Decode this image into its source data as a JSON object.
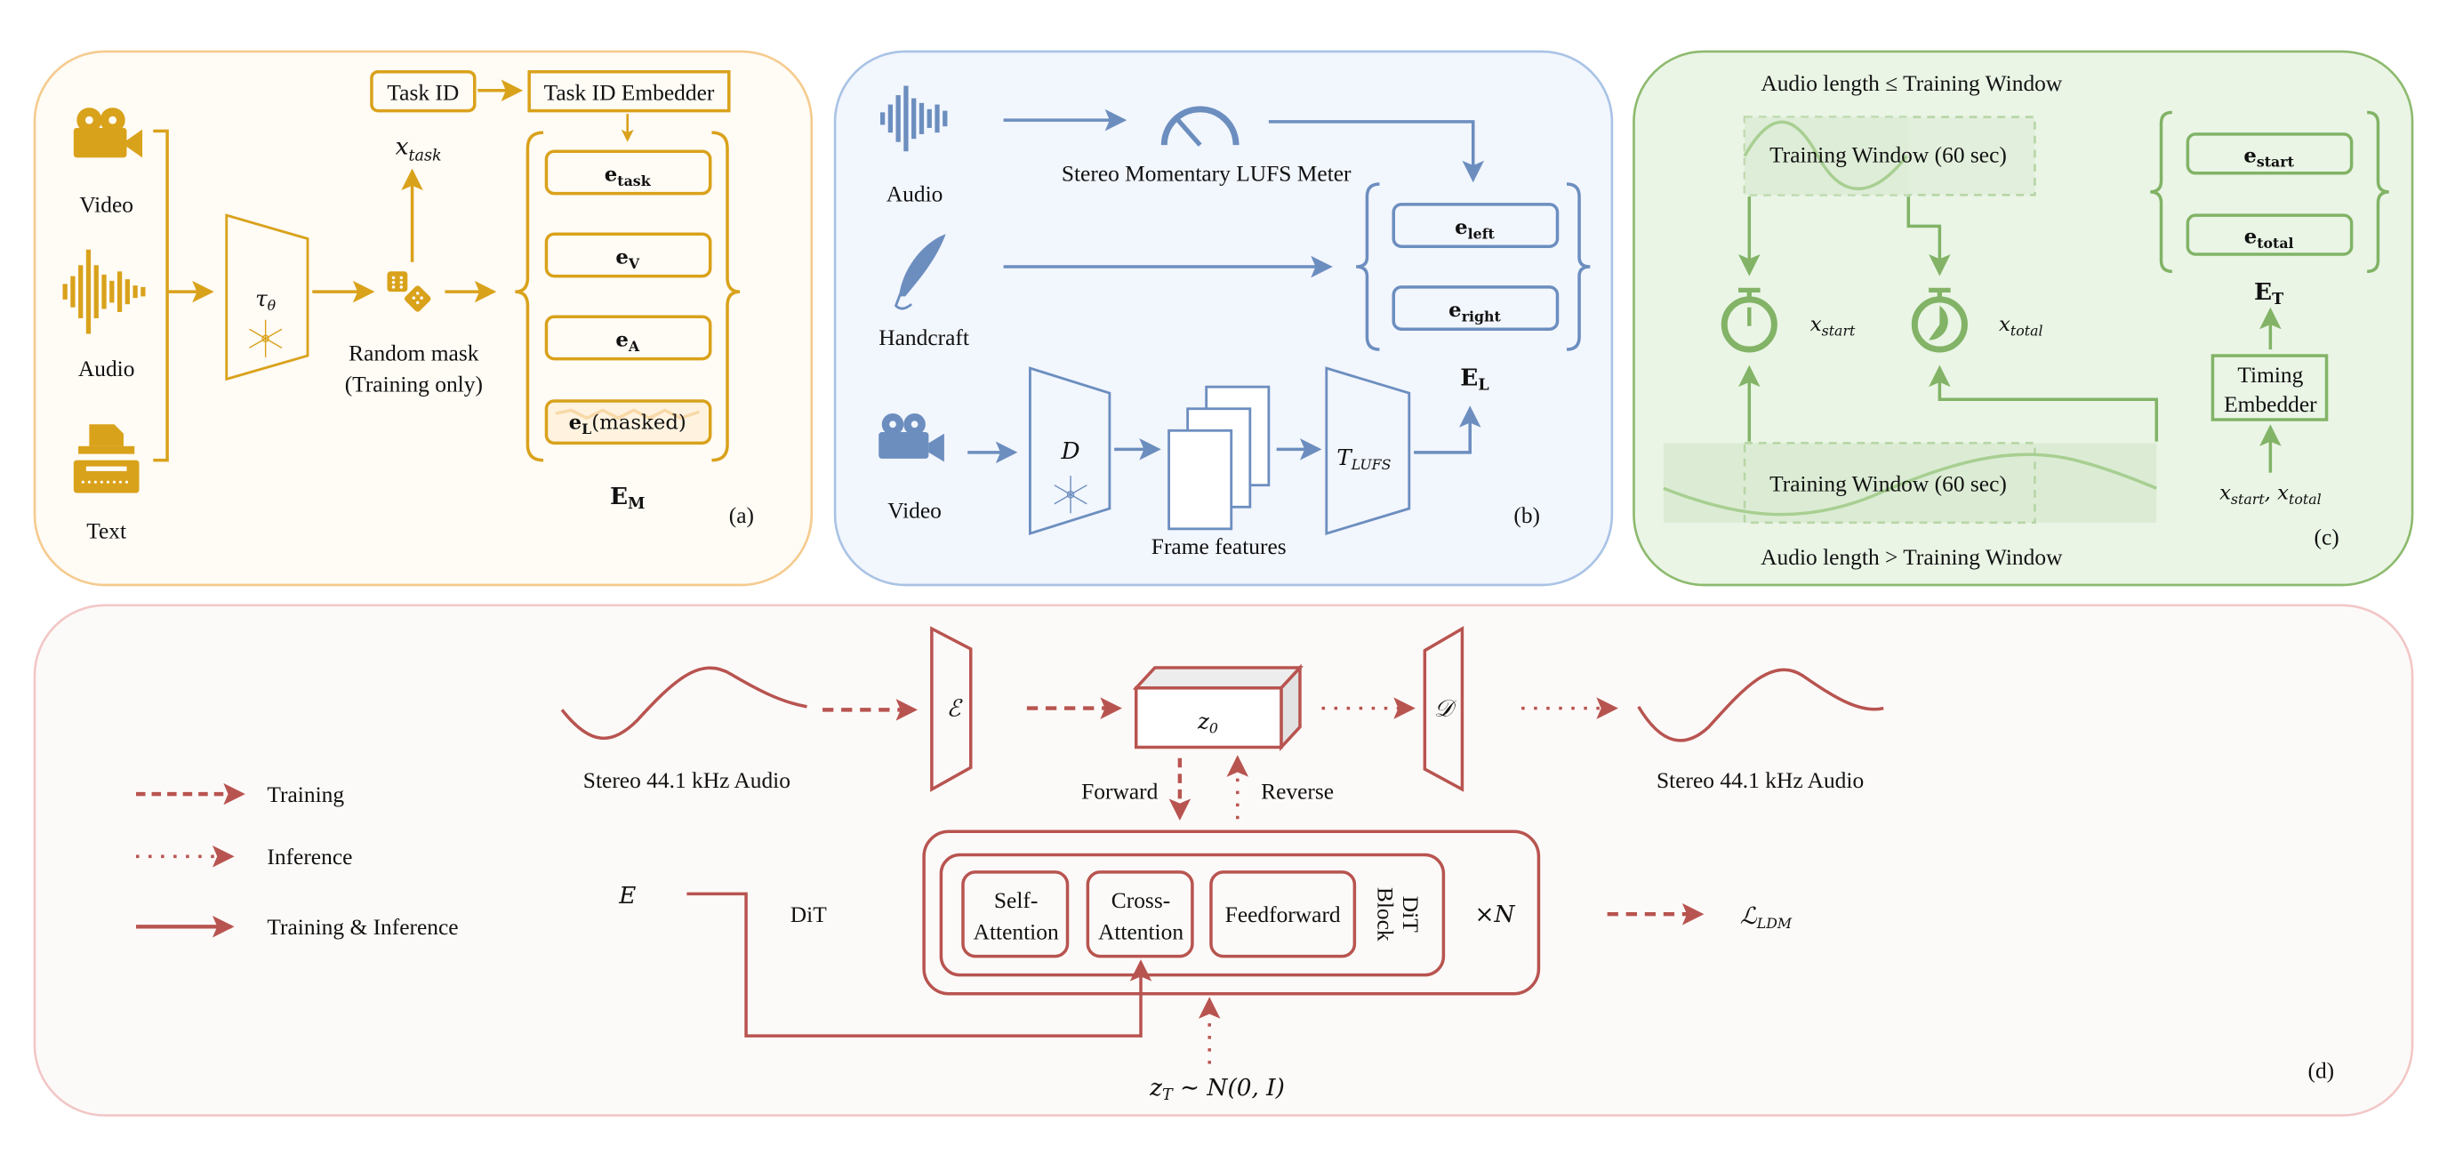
{
  "colors": {
    "gold": "#D9A21B",
    "blue": "#6C8EBF",
    "green": "#82B366",
    "red": "#B85450",
    "panel_a_border": "#F5CB8E",
    "panel_a_bg": "#FFFBF5",
    "panel_b_border": "#A9C3E5",
    "panel_b_bg": "#F2F6FD",
    "panel_c_border": "#8DBA6E",
    "panel_c_bg": "#EAF5E6",
    "panel_d_border": "#F2C7C7",
    "panel_d_bg": "#FCFAF8"
  },
  "panel_a": {
    "tag": "(a)",
    "inputs": [
      {
        "icon": "video-camera-icon",
        "label": "Video"
      },
      {
        "icon": "audio-waveform-icon",
        "label": "Audio"
      },
      {
        "icon": "typewriter-icon",
        "label": "Text"
      }
    ],
    "encoder": {
      "symbol": "τ",
      "subscript": "θ",
      "icon": "snowflake-icon"
    },
    "random_mask": {
      "icon": "dice-icon",
      "line1": "Random mask",
      "line2": "(Training only)"
    },
    "task_id": "Task ID",
    "task_id_embedder": "Task ID Embedder",
    "x_task": {
      "base": "x",
      "sub": "task"
    },
    "embeddings": [
      {
        "base": "e",
        "sub": "task",
        "suffix": ""
      },
      {
        "base": "e",
        "sub": "V",
        "suffix": ""
      },
      {
        "base": "e",
        "sub": "A",
        "suffix": ""
      },
      {
        "base": "e",
        "sub": "L",
        "suffix": "(masked)"
      }
    ],
    "group_label": {
      "base": "E",
      "sub": "M"
    }
  },
  "panel_b": {
    "tag": "(b)",
    "audio_label": "Audio",
    "meter_label": "Stereo Momentary LUFS Meter",
    "handcraft_label": "Handcraft",
    "video_label": "Video",
    "frame_encoder": "D",
    "frame_features_label": "Frame features",
    "transformer": {
      "base": "T",
      "sub": "LUFS"
    },
    "embeddings": [
      {
        "base": "e",
        "sub": "left"
      },
      {
        "base": "e",
        "sub": "right"
      }
    ],
    "group_label": {
      "base": "E",
      "sub": "L"
    }
  },
  "panel_c": {
    "tag": "(c)",
    "top_title": "Audio length ≤ Training Window",
    "bottom_title": "Audio length > Training Window",
    "window_label_top": "Training Window (60 sec)",
    "window_label_bottom": "Training Window (60 sec)",
    "x_start": {
      "base": "x",
      "sub": "start"
    },
    "x_total": {
      "base": "x",
      "sub": "total"
    },
    "embeddings": [
      {
        "base": "e",
        "sub": "start"
      },
      {
        "base": "e",
        "sub": "total"
      }
    ],
    "group_label": {
      "base": "E",
      "sub": "T"
    },
    "embedder_line1": "Timing",
    "embedder_line2": "Embedder",
    "inputs_label": {
      "a": "x",
      "a_sub": "start",
      "b": "x",
      "b_sub": "total"
    }
  },
  "panel_d": {
    "tag": "(d)",
    "legend": [
      {
        "style": "dashed",
        "label": "Training"
      },
      {
        "style": "dotted",
        "label": "Inference"
      },
      {
        "style": "solid",
        "label": "Training & Inference"
      }
    ],
    "input_audio_label": "Stereo 44.1 kHz Audio",
    "output_audio_label": "Stereo 44.1 kHz Audio",
    "encoder": "ℰ",
    "decoder": "𝒟",
    "latent": {
      "base": "z",
      "sub": "0"
    },
    "forward_label": "Forward",
    "reverse_label": "Reverse",
    "condition": "E",
    "dit_label": "DiT",
    "block_items": [
      {
        "line1": "Self-",
        "line2": "Attention"
      },
      {
        "line1": "Cross-",
        "line2": "Attention"
      },
      {
        "line1": "Feedforward",
        "line2": ""
      }
    ],
    "block_label_line1": "DiT",
    "block_label_line2": "Block",
    "repeat": "×N",
    "loss": {
      "base": "ℒ",
      "sub": "LDM"
    },
    "noise": "z_T ~ N(0, I)",
    "noise_parts": {
      "base": "z",
      "sub": "T",
      "rest": " ∼ N(0, I)"
    }
  }
}
